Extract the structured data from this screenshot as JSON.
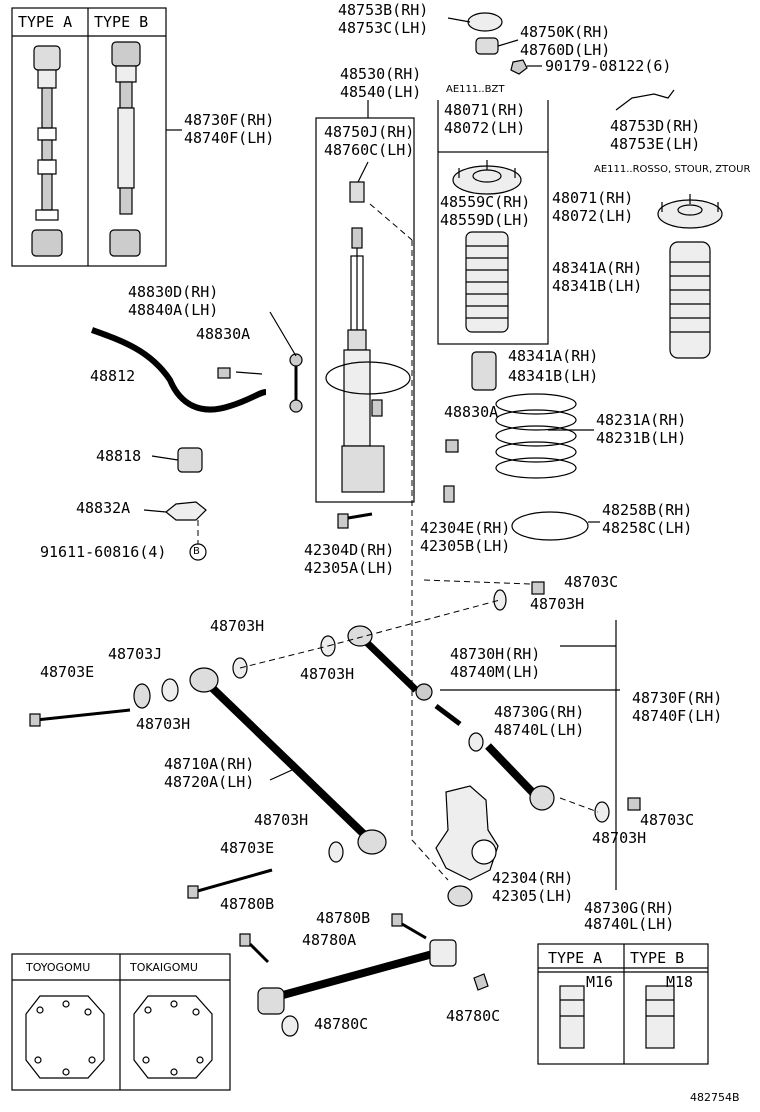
{
  "figure_code": "482754B",
  "inset_types": {
    "type_a": "TYPE A",
    "type_b": "TYPE B"
  },
  "inset_bolts": {
    "type_a": "TYPE A",
    "type_b": "TYPE B",
    "m16": "M16",
    "m18": "M18"
  },
  "inset_seals": {
    "toyogomu": "TOYOGOMU",
    "tokaigomu": "TOKAIGOMU"
  },
  "notes": {
    "ae111_bzt": "AE111..BZT",
    "ae111_rosso": "AE111..ROSSO, STOUR, ZTOUR"
  },
  "parts": {
    "p48753B": "48753B(RH)",
    "p48753C": "48753C(LH)",
    "p48750K": "48750K(RH)",
    "p48760D": "48760D(LH)",
    "p90179": "90179-08122(6)",
    "p48530": "48530(RH)",
    "p48540": "48540(LH)",
    "p48071a": "48071(RH)",
    "p48072a": "48072(LH)",
    "p48753D": "48753D(RH)",
    "p48753E": "48753E(LH)",
    "p48750J": "48750J(RH)",
    "p48760C": "48760C(LH)",
    "p48071b": "48071(RH)",
    "p48072b": "48072(LH)",
    "p48559C": "48559C(RH)",
    "p48559D": "48559D(LH)",
    "p48341A_r": "48341A(RH)",
    "p48341B_r": "48341B(LH)",
    "p48730F_top": "48730F(RH)",
    "p48740F_top": "48740F(LH)",
    "p48830D": "48830D(RH)",
    "p48840A": "48840A(LH)",
    "p48830A_a": "48830A",
    "p48812": "48812",
    "p48341A_c": "48341A(RH)",
    "p48341B_c": "48341B(LH)",
    "p48830A_b": "48830A",
    "p48231A": "48231A(RH)",
    "p48231B": "48231B(LH)",
    "p48818": "48818",
    "p48832A": "48832A",
    "p42304E": "42304E(RH)",
    "p48258B": "48258B(RH)",
    "p48258C": "48258C(LH)",
    "p91611": "91611-60816(4)",
    "p42304D": "42304D(RH)",
    "p42305B": "42305B(LH)",
    "p42305A": "42305A(LH)",
    "p48703C_a": "48703C",
    "p48703H_a": "48703H",
    "p48703H_b": "48703H",
    "p48703J": "48703J",
    "p48703E_a": "48703E",
    "p48730H": "48730H(RH)",
    "p48740M": "48740M(LH)",
    "p48703H_c": "48703H",
    "p48730F_mid": "48730F(RH)",
    "p48740F_mid": "48740F(LH)",
    "p48703H_d": "48703H",
    "p48730G_a": "48730G(RH)",
    "p48740L_a": "48740L(LH)",
    "p48710A": "48710A(RH)",
    "p48720A": "48720A(LH)",
    "p48703H_e": "48703H",
    "p48703C_b": "48703C",
    "p48703H_f": "48703H",
    "p48703E_b": "48703E",
    "p42304": "42304(RH)",
    "p42305": "42305(LH)",
    "p48730G_b": "48730G(RH)",
    "p48740L_b": "48740L(LH)",
    "p48780B_a": "48780B",
    "p48780B_b": "48780B",
    "p48780A": "48780A",
    "p48780C_a": "48780C",
    "p48780C_b": "48780C"
  }
}
